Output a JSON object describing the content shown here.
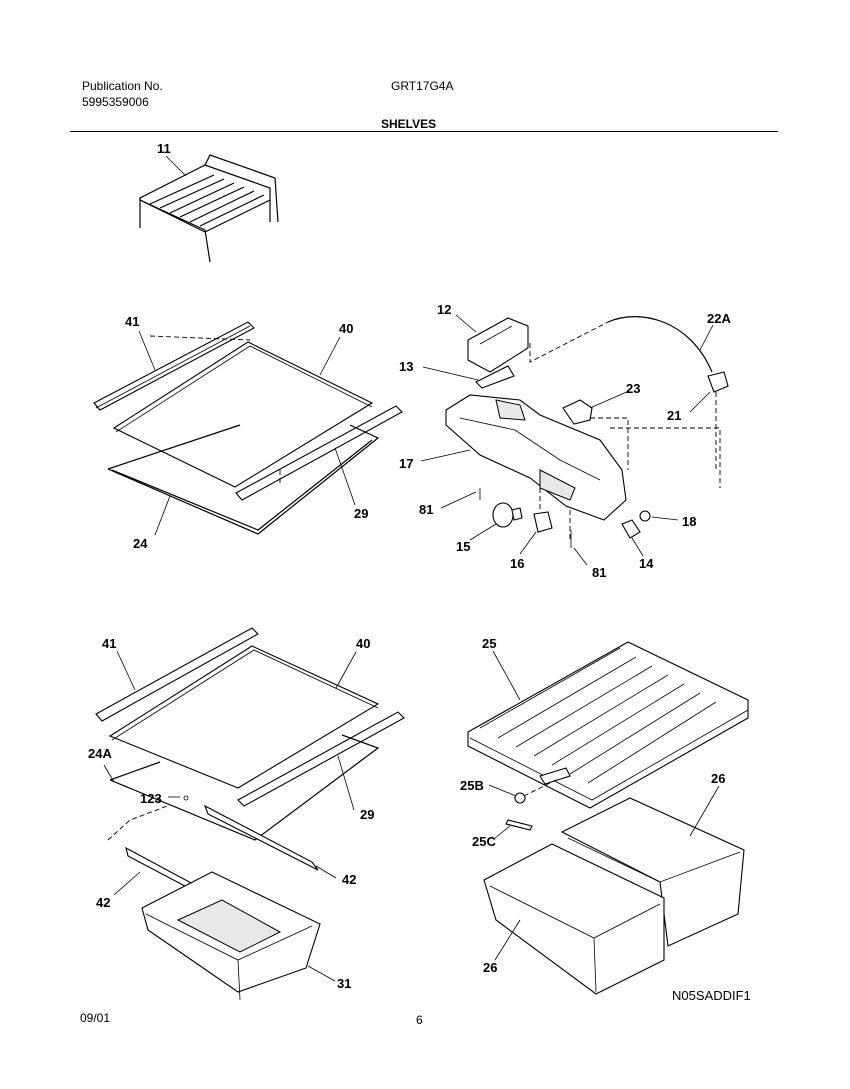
{
  "header": {
    "publication_label": "Publication No.",
    "publication_number": "5995359006",
    "model": "GRT17G4A",
    "section_title": "SHELVES"
  },
  "footer": {
    "date": "09/01",
    "page": "6",
    "drawing_code": "N05SADDIF1"
  },
  "callouts": {
    "p11": "11",
    "p41a": "41",
    "p40a": "40",
    "p29a": "29",
    "p24": "24",
    "p12": "12",
    "p22a": "22A",
    "p13": "13",
    "p23": "23",
    "p21": "21",
    "p17": "17",
    "p81a": "81",
    "p18": "18",
    "p15": "15",
    "p16": "16",
    "p81b": "81",
    "p14": "14",
    "p41b": "41",
    "p40b": "40",
    "p24a": "24A",
    "p123": "123",
    "p29b": "29",
    "p42a": "42",
    "p42b": "42",
    "p31": "31",
    "p25": "25",
    "p26a": "26",
    "p25b": "25B",
    "p25c": "25C",
    "p26b": "26"
  }
}
